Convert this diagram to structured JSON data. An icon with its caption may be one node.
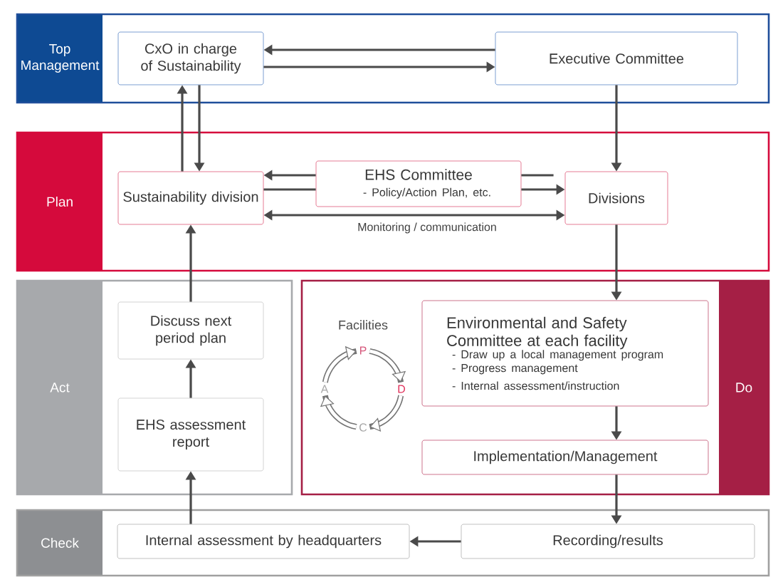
{
  "diagram": {
    "nodes": [
      {
        "text": [
          "Top Management"
        ]
      },
      {
        "text": [
          "CxO in charge of Sustainability"
        ],
        "in": 0
      },
      {
        "text": [
          "Executive Committee"
        ],
        "in": 0
      },
      {
        "text": [
          "Plan"
        ]
      },
      {
        "text": [
          "Sustainability division"
        ],
        "in": 3
      },
      {
        "text": [
          "EHS Committee",
          "- Policy/Action Plan, etc."
        ],
        "in": 3
      },
      {
        "text": [
          "Divisions"
        ],
        "in": 3
      },
      {
        "text": [
          "Act"
        ]
      },
      {
        "text": [
          "Discuss next period plan"
        ],
        "in": 7
      },
      {
        "text": [
          "EHS assessment report"
        ],
        "in": 7
      },
      {
        "text": [
          "Do"
        ]
      },
      {
        "text": [
          "Environmental and Safety Committee at each facility",
          "- Draw up a local management program",
          "- Progress management",
          "- Internal assessment/instruction"
        ],
        "in": 10
      },
      {
        "text": [
          "Implementation/Management"
        ],
        "in": 10
      },
      {
        "text": [
          "Check"
        ]
      },
      {
        "text": [
          "Internal assessment by headquarters"
        ],
        "in": 13
      },
      {
        "text": [
          "Recording/results"
        ],
        "in": 13
      }
    ],
    "edges": [
      {
        "from": 2,
        "to": 1,
        "arrow": "to"
      },
      {
        "from": 1,
        "to": 2,
        "arrow": "to"
      },
      {
        "from": 4,
        "to": 1,
        "arrow": "to"
      },
      {
        "from": 1,
        "to": 4,
        "arrow": "to"
      },
      {
        "from": 2,
        "to": 6,
        "arrow": "to"
      },
      {
        "from": 5,
        "to": 4,
        "arrow": "to"
      },
      {
        "from": 6,
        "to": 5,
        "arrow": "none"
      },
      {
        "from": 4,
        "to": 5,
        "arrow": "none"
      },
      {
        "from": 5,
        "to": 6,
        "arrow": "to"
      },
      {
        "from": 4,
        "to": 6,
        "arrow": "both",
        "label": "Monitoring / communication"
      },
      {
        "from": 6,
        "to": 11,
        "arrow": "to"
      },
      {
        "from": 11,
        "to": 12,
        "arrow": "to"
      },
      {
        "from": 12,
        "to": 15,
        "arrow": "to"
      },
      {
        "from": 15,
        "to": 14,
        "arrow": "to"
      },
      {
        "from": 14,
        "to": 9,
        "arrow": "to"
      },
      {
        "from": 9,
        "to": 8,
        "arrow": "to"
      },
      {
        "from": 8,
        "to": 4,
        "arrow": "to"
      }
    ],
    "labels": [
      "Facilities",
      "P",
      "A",
      "D",
      "C"
    ]
  }
}
